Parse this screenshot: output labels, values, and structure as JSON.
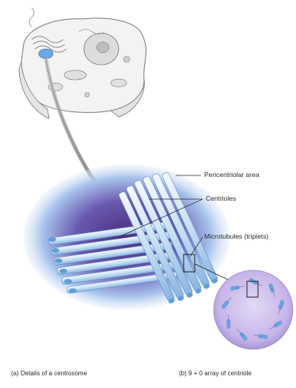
{
  "labels": {
    "pericentriolar_area": "Pericentriolar area",
    "centrioles": "Centrioles",
    "microtubules": "Microtubules (triplets)"
  },
  "captions": {
    "a": "(a) Details of a centrosome",
    "b": "(b) 9 + 0 array of centriole"
  },
  "colors": {
    "cell_outline": "#8a8a8a",
    "centrosome_cloud": "#9bb8e6",
    "cloud_purple": "#5a3f8a",
    "tube_light": "#dcebfa",
    "tube_blue": "#5f9fd8",
    "cross_section_fill": "#cdbfea",
    "arrow_gray": "#9a9a9a"
  }
}
